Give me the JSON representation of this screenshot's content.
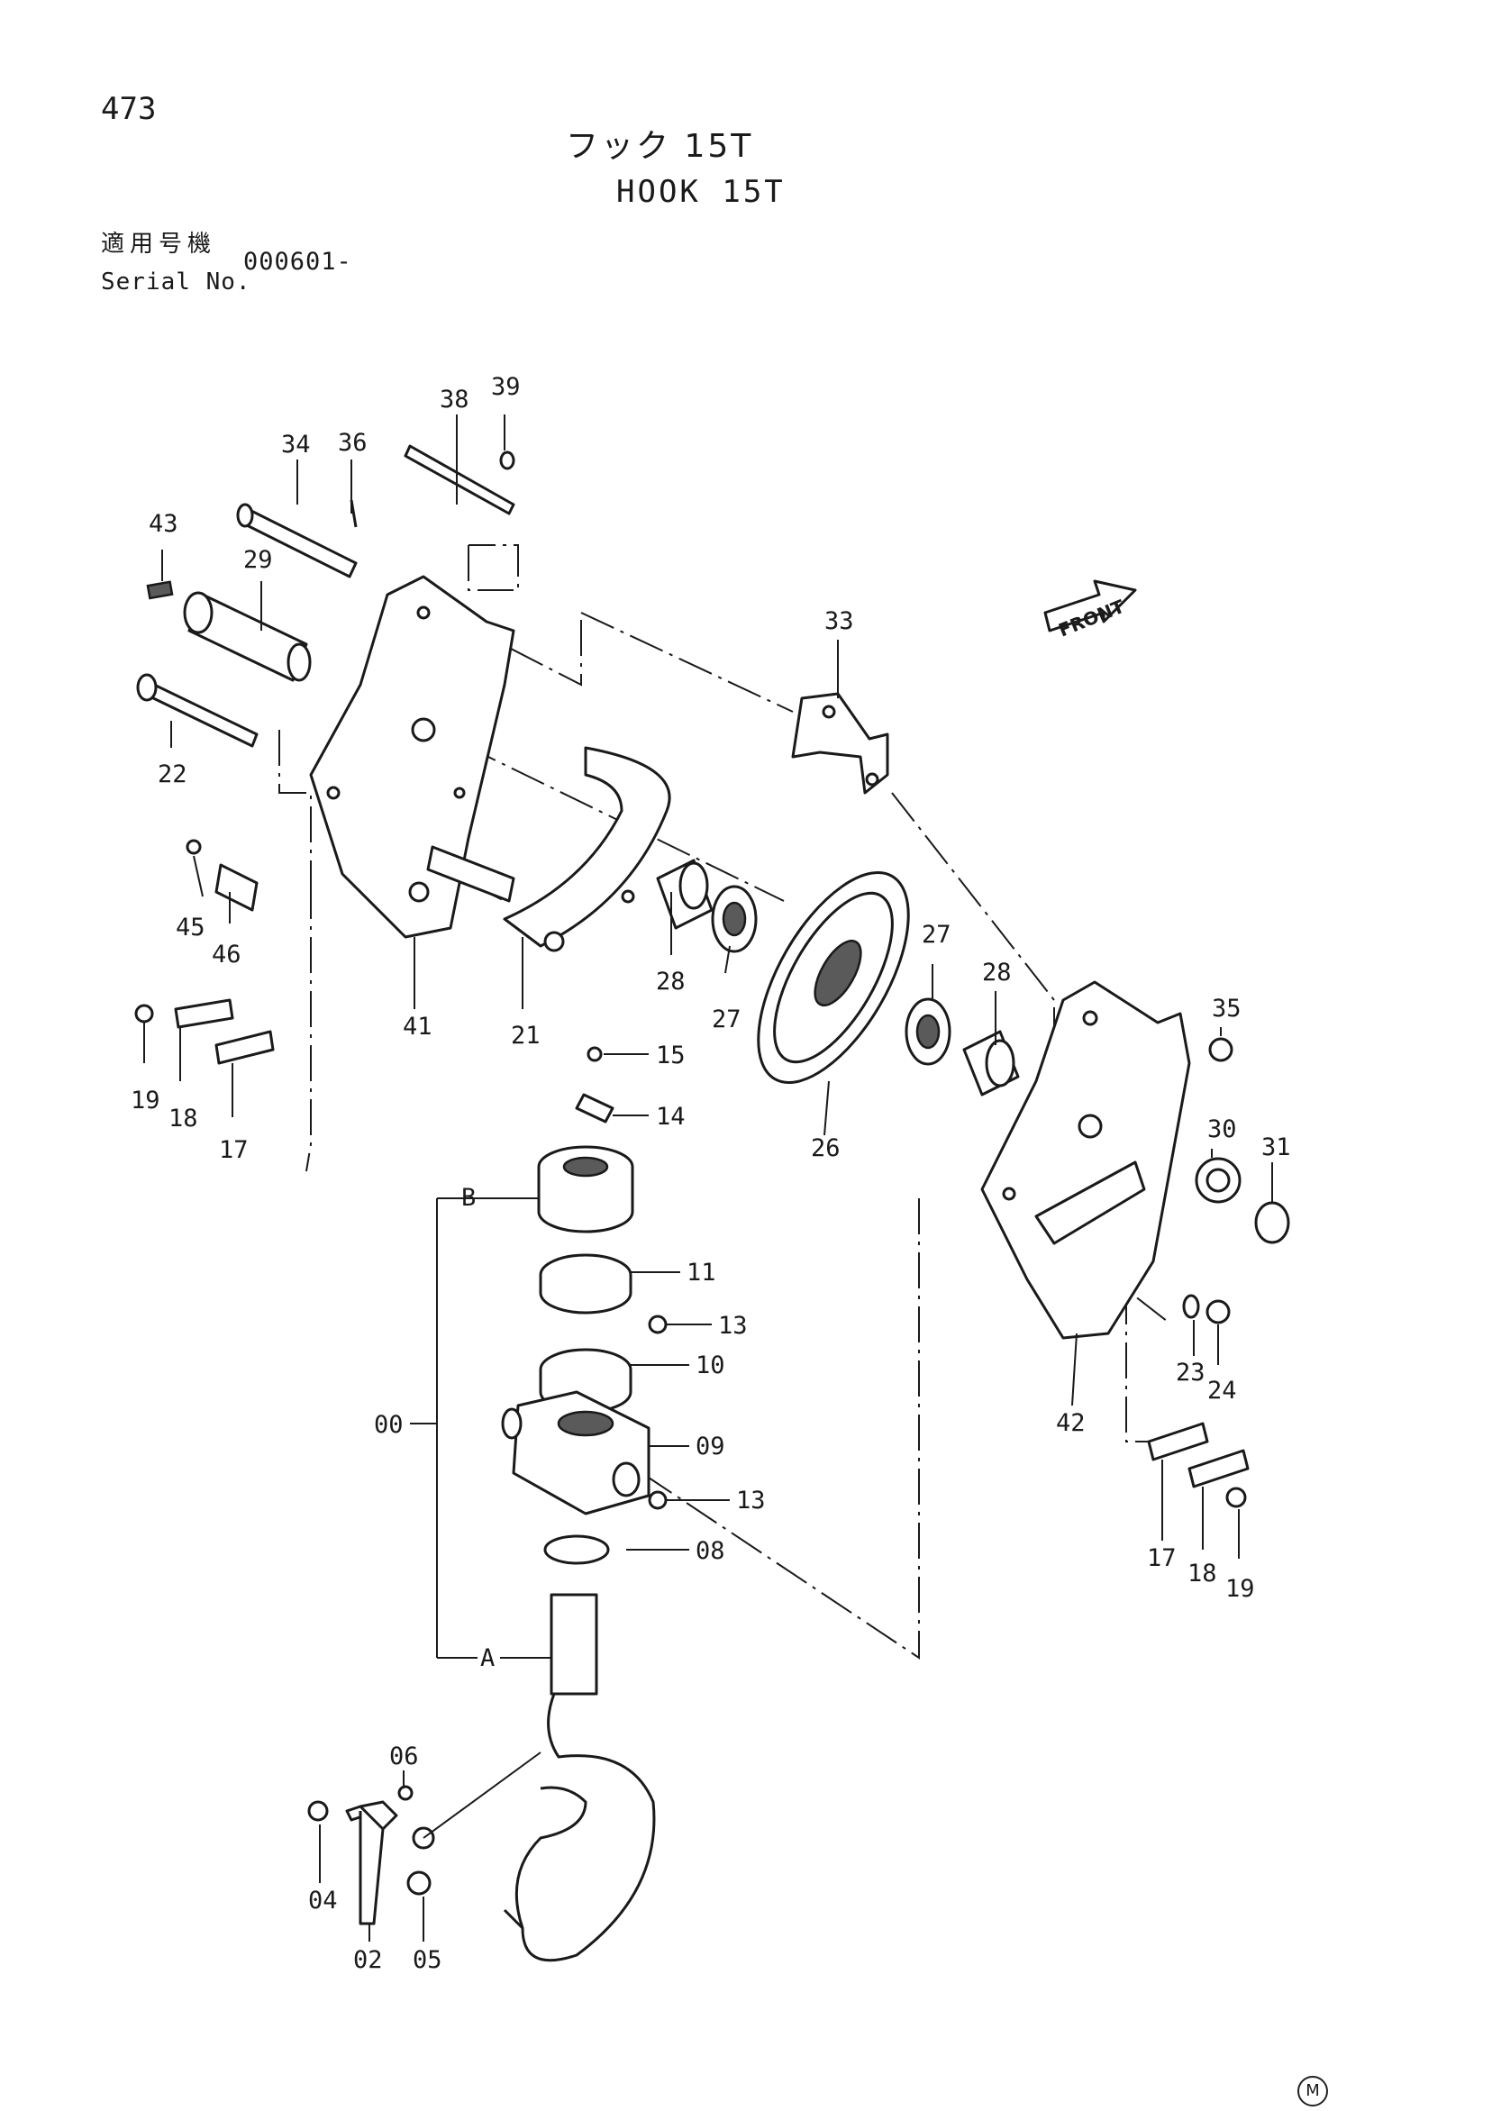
{
  "page_number": "473",
  "title_jp": "フック 15T",
  "title_en": "HOOK 15T",
  "serial": {
    "label_jp": "適用号機",
    "label_en": "Serial No.",
    "value": "000601-"
  },
  "front_label": "FRONT",
  "corner_mark": "M",
  "callouts": {
    "c38": "38",
    "c39": "39",
    "c34": "34",
    "c36": "36",
    "c43": "43",
    "c29": "29",
    "c22": "22",
    "c33": "33",
    "c45": "45",
    "c46": "46",
    "c28a": "28",
    "c27a": "27",
    "c27b": "27",
    "c28b": "28",
    "c41": "41",
    "c21": "21",
    "c26": "26",
    "c35": "35",
    "c30": "30",
    "c31": "31",
    "c19a": "19",
    "c18a": "18",
    "c17a": "17",
    "c15": "15",
    "c14": "14",
    "cB": "B",
    "c11": "11",
    "c13a": "13",
    "c10": "10",
    "c00": "00",
    "c09": "09",
    "c13b": "13",
    "c08": "08",
    "cA": "A",
    "c23": "23",
    "c24": "24",
    "c42": "42",
    "c17b": "17",
    "c18b": "18",
    "c19b": "19",
    "c06": "06",
    "c04": "04",
    "c02": "02",
    "c05": "05"
  }
}
